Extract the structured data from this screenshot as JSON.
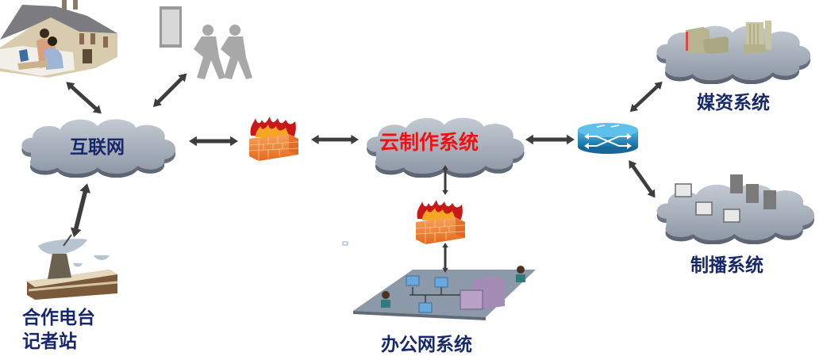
{
  "diagram": {
    "title": "",
    "nodes": {
      "internet": {
        "label": "互联网"
      },
      "cloud_production": {
        "label": "云制作系统"
      },
      "media_assets": {
        "label": "媒资系统"
      },
      "broadcast_control": {
        "label": "制播系统"
      },
      "office_network": {
        "label": "办公网系统"
      },
      "partner_stations": {
        "label_line1": "合作电台",
        "label_line2": "记者站"
      }
    },
    "icons": {
      "home_office": "home-office-icon",
      "mobile_users": "mobile-users-icon",
      "firewall_main": "firewall-icon",
      "firewall_office": "firewall-icon",
      "switch": "network-switch-icon",
      "media_servers": "storage-server-icon",
      "broadcast_workstations": "workstation-icon",
      "satellite": "satellite-dish-icon",
      "office_lan": "office-lan-icon"
    },
    "connections": [
      {
        "from": "home_office",
        "to": "internet",
        "type": "bidirectional"
      },
      {
        "from": "mobile_users",
        "to": "internet",
        "type": "bidirectional"
      },
      {
        "from": "internet",
        "to": "firewall_main",
        "type": "bidirectional"
      },
      {
        "from": "firewall_main",
        "to": "cloud_production",
        "type": "bidirectional"
      },
      {
        "from": "cloud_production",
        "to": "switch",
        "type": "bidirectional"
      },
      {
        "from": "switch",
        "to": "media_assets",
        "type": "bidirectional"
      },
      {
        "from": "switch",
        "to": "broadcast_control",
        "type": "bidirectional"
      },
      {
        "from": "cloud_production",
        "to": "firewall_office",
        "type": "bidirectional"
      },
      {
        "from": "firewall_office",
        "to": "office_network",
        "type": "bidirectional"
      },
      {
        "from": "internet",
        "to": "partner_stations",
        "type": "bidirectional"
      }
    ],
    "colors": {
      "cloud_fill": "#a7b0bc",
      "navy_text": "#16286a",
      "red_text": "#ee1111",
      "arrow": "#3d3d3d",
      "firewall": "#f07a2a",
      "switch": "#1f86b8"
    }
  }
}
